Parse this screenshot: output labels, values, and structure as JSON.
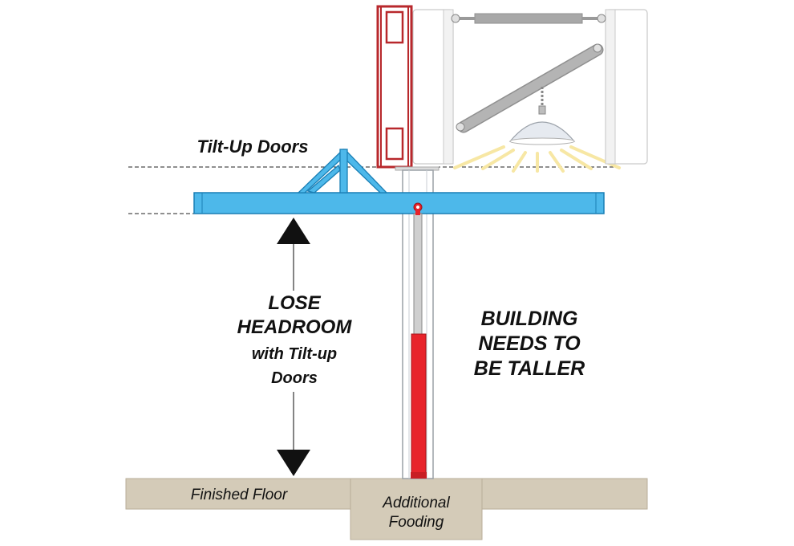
{
  "labels": {
    "tilt_up_doors": "Tilt-Up Doors",
    "lose_line1": "LOSE",
    "lose_line2": "HEADROOM",
    "lose_line3": "with Tilt-up",
    "lose_line4": "Doors",
    "building_line1": "BUILDING",
    "building_line2": "NEEDS TO",
    "building_line3": "BE TALLER",
    "finished_floor": "Finished Floor",
    "additional_line1": "Additional",
    "additional_line2": "Fooding"
  },
  "colors": {
    "beam_blue": "#4db8ea",
    "beam_outline": "#1a7fb5",
    "door_red": "#b8282c",
    "cylinder_red": "#e8232b",
    "concrete": "#d4cbb8",
    "concrete_dark": "#b9ae98",
    "light_glow": "#f7e7a4",
    "strut_gray": "#a8a8a8"
  }
}
